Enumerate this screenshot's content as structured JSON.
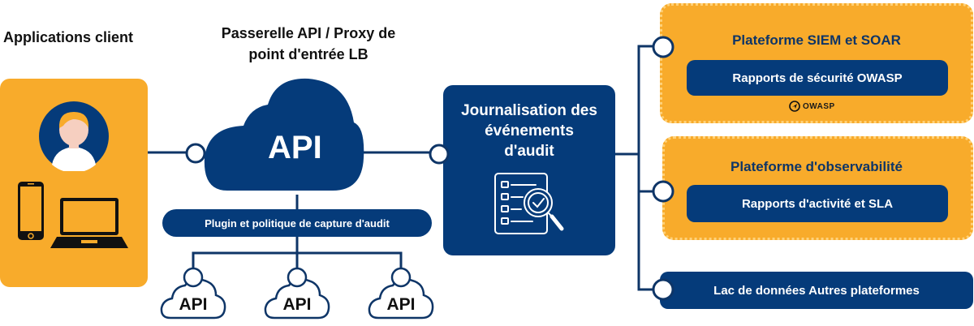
{
  "headings": {
    "client_apps": "Applications client",
    "gateway_line1": "Passerelle API / Proxy de",
    "gateway_line2": "point d'entrée LB"
  },
  "gateway": {
    "cloud_label": "API",
    "plugin_label": "Plugin et politique de capture d'audit",
    "backend_apis": [
      {
        "label": "API"
      },
      {
        "label": "API"
      },
      {
        "label": "API"
      }
    ]
  },
  "audit_logging": {
    "line1": "Journalisation des",
    "line2": "événements",
    "line3": "d'audit",
    "icon": "audit-checklist-magnifier-icon"
  },
  "destinations": [
    {
      "title": "Plateforme SIEM et SOAR",
      "report": "Rapports de sécurité OWASP",
      "logo": "OWASP"
    },
    {
      "title": "Plateforme d'observabilité",
      "report": "Rapports d'activité et SLA"
    },
    {
      "title": "Lac de données Autres plateformes"
    }
  ],
  "colors": {
    "navy": "#053B7A",
    "orange": "#F8AB2B",
    "white": "#FFFFFF"
  }
}
